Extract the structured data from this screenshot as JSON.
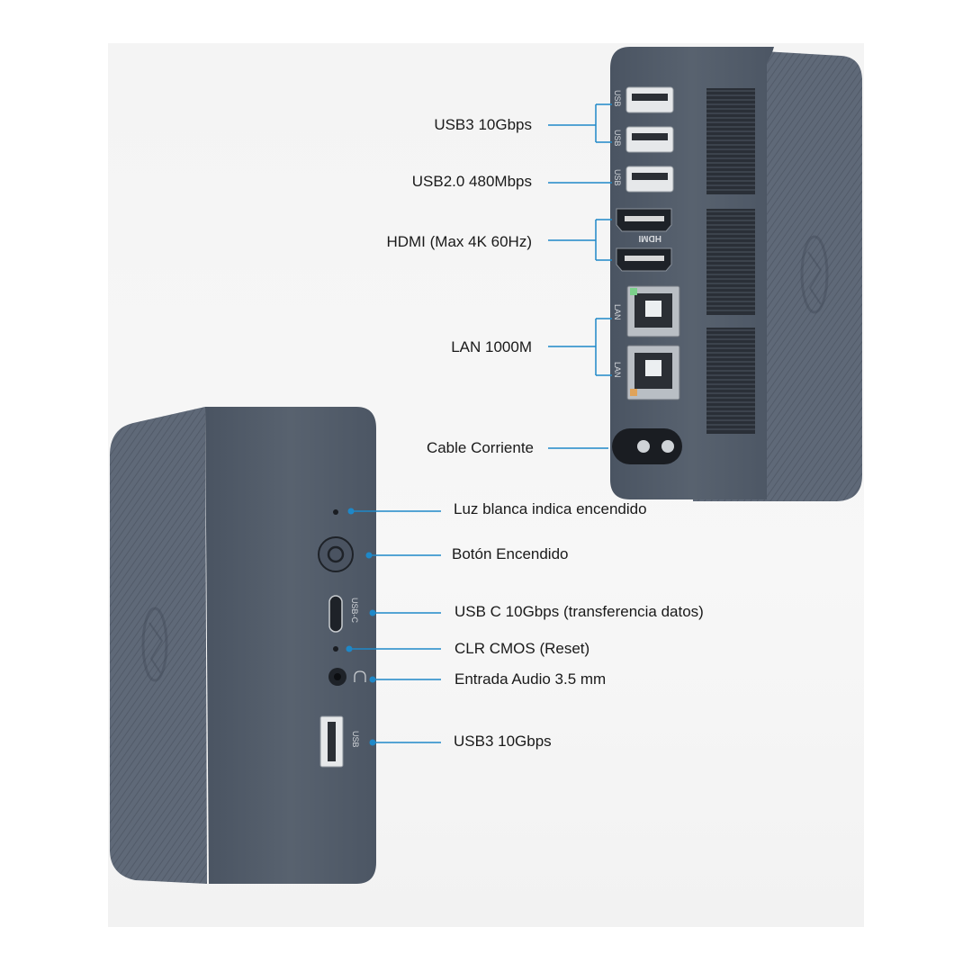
{
  "rear_labels": [
    "USB3 10Gbps",
    "USB2.0 480Mbps",
    "HDMI (Max 4K 60Hz)",
    "LAN 1000M",
    "Cable Corriente"
  ],
  "front_labels": [
    "Luz blanca indica encendido",
    "Botón Encendido",
    "USB C 10Gbps (transferencia datos)",
    "CLR CMOS (Reset)",
    "Entrada Audio 3.5 mm",
    "USB3 10Gbps"
  ],
  "port_markings": {
    "usb": "USB",
    "usb_c": "USB-C",
    "hdmi": "HDMI",
    "lan": "LAN"
  },
  "colors": {
    "callout_line": "#1e88c8",
    "device_body": "#5d6776",
    "device_face": "#4f5968"
  }
}
